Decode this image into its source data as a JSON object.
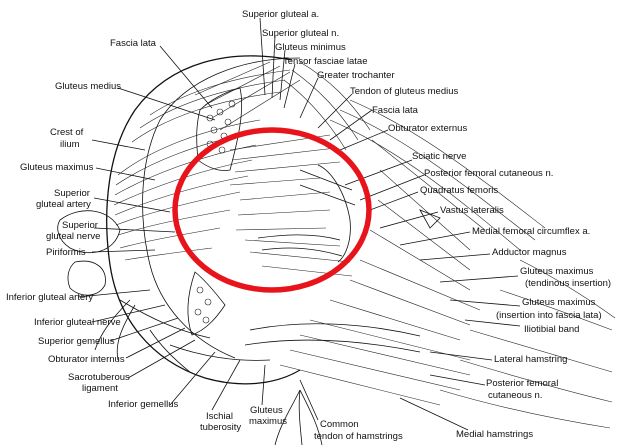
{
  "highlight_color": "#e8141c",
  "labels": {
    "superior_gluteal_a": "Superior gluteal a.",
    "superior_gluteal_n": "Superior gluteal n.",
    "gluteus_minimus": "Gluteus minimus",
    "tensor_fasciae_latae": "Tensor fasciae latae",
    "greater_trochanter": "Greater trochanter",
    "tendon_gluteus_medius": "Tendon of gluteus medius",
    "fascia_lata_left": "Fascia lata",
    "fascia_lata_right": "Fascia lata",
    "gluteus_medius": "Gluteus medius",
    "obturator_externus": "Obturator externus",
    "crest_of": "Crest of",
    "ilium": "ilium",
    "sciatic_nerve": "Sciatic nerve",
    "gluteus_maximus_left": "Gluteus maximus",
    "posterior_femoral_cutaneous_n_top": "Posterior femoral cutaneous n.",
    "superior_1": "Superior",
    "gluteal_artery": "gluteal artery",
    "quadratus_femoris": "Quadratus femoris",
    "vastus_lateralis": "Vastus lateralis",
    "superior_2": "Superior",
    "gluteal_nerve": "gluteal nerve",
    "medial_femoral_circumflex_a": "Medial femoral circumflex a.",
    "piriformis": "Piriformis",
    "adductor_magnus": "Adductor magnus",
    "gluteus_maximus_tendinous_1": "Gluteus maximus",
    "gluteus_maximus_tendinous_2": "(tendinous insertion)",
    "inferior_gluteal_artery": "Inferior gluteal artery",
    "gluteus_maximus_fascia_1": "Gluteus maximus",
    "gluteus_maximus_fascia_2": "(insertion into fascia lata)",
    "inferior_gluteal_nerve": "Inferior gluteal nerve",
    "iliotibial_band": "Iliotibial band",
    "superior_gemellus": "Superior gemellus",
    "obturator_internus": "Obturator internus",
    "lateral_hamstring": "Lateral hamstring",
    "sacrotuberous_1": "Sacrotuberous",
    "sacrotuberous_2": "ligament",
    "posterior_femoral_bottom_1": "Posterior femoral",
    "posterior_femoral_bottom_2": "cutaneous n.",
    "inferior_gemellus": "Inferior gemellus",
    "gluteus_bottom_1": "Gluteus",
    "gluteus_bottom_2": "maximus",
    "ischial_1": "Ischial",
    "ischial_2": "tuberosity",
    "common_1": "Common",
    "common_2": "tendon of hamstrings",
    "medial_hamstrings": "Medial hamstrings"
  }
}
